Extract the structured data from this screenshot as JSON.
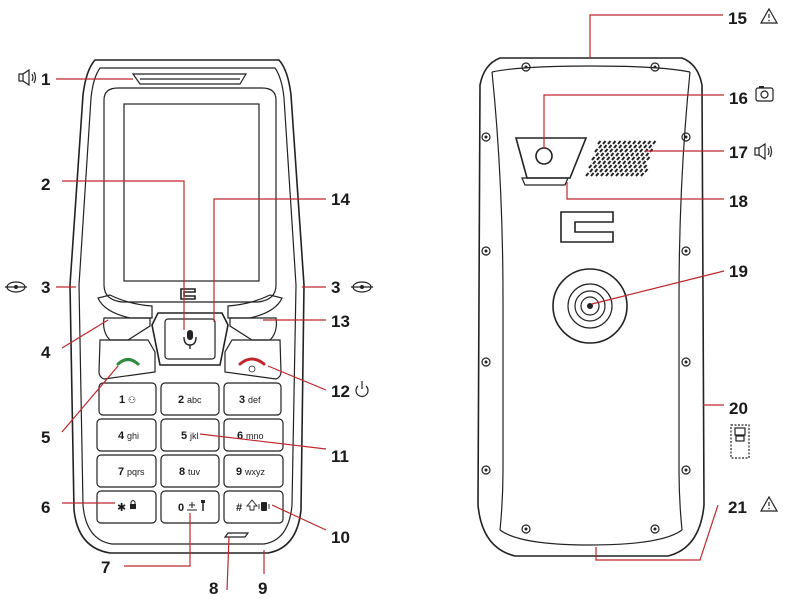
{
  "colors": {
    "outline": "#222222",
    "callout": "#c0272d",
    "call_green": "#2e8b3e",
    "end_red": "#c0272d"
  },
  "front": {
    "callouts": [
      "1",
      "2",
      "3",
      "3",
      "4",
      "5",
      "6",
      "7",
      "8",
      "9",
      "10",
      "11",
      "12",
      "13",
      "14"
    ],
    "keys": {
      "k1": "1",
      "k1_sub": "⚇",
      "k2": "2",
      "k2_sub": "abc",
      "k3": "3",
      "k3_sub": "def",
      "k4": "4",
      "k4_sub": "ghi",
      "k5": "5",
      "k5_sub": "jkl",
      "k6": "6",
      "k6_sub": "mno",
      "k7": "7",
      "k7_sub": "pqrs",
      "k8": "8",
      "k8_sub": "tuv",
      "k9": "9",
      "k9_sub": "wxyz",
      "kstar": "✱",
      "k0": "0",
      "khash": "#"
    }
  },
  "back": {
    "callouts": [
      "15",
      "16",
      "17",
      "18",
      "19",
      "20",
      "21"
    ]
  },
  "icons": {
    "c1": "speaker-icon",
    "c3": "lanyard-icon",
    "c12": "power-icon",
    "c15": "warning-icon",
    "c16": "camera-icon",
    "c17": "speaker-icon",
    "c20": "sim-tray-icon",
    "c21": "warning-icon"
  }
}
